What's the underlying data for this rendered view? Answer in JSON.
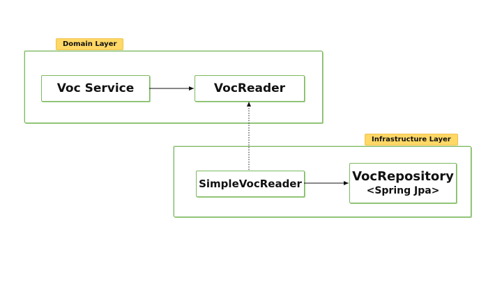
{
  "layers": {
    "domain": {
      "label": "Domain Layer"
    },
    "infrastructure": {
      "label": "Infrastructure Layer"
    }
  },
  "nodes": {
    "voc_service": {
      "label": "Voc Service"
    },
    "voc_reader": {
      "label": "VocReader"
    },
    "simple_voc_reader": {
      "label": "SimpleVocReader"
    },
    "voc_repository": {
      "label": "VocRepository",
      "sublabel": "<Spring Jpa>"
    }
  },
  "edges": [
    {
      "from": "voc_service",
      "to": "voc_reader",
      "style": "solid"
    },
    {
      "from": "simple_voc_reader",
      "to": "voc_reader",
      "style": "dotted"
    },
    {
      "from": "simple_voc_reader",
      "to": "voc_repository",
      "style": "solid"
    }
  ],
  "colors": {
    "frame": "#7cb860",
    "tag_fill": "#ffd866",
    "arrow": "#111111"
  }
}
